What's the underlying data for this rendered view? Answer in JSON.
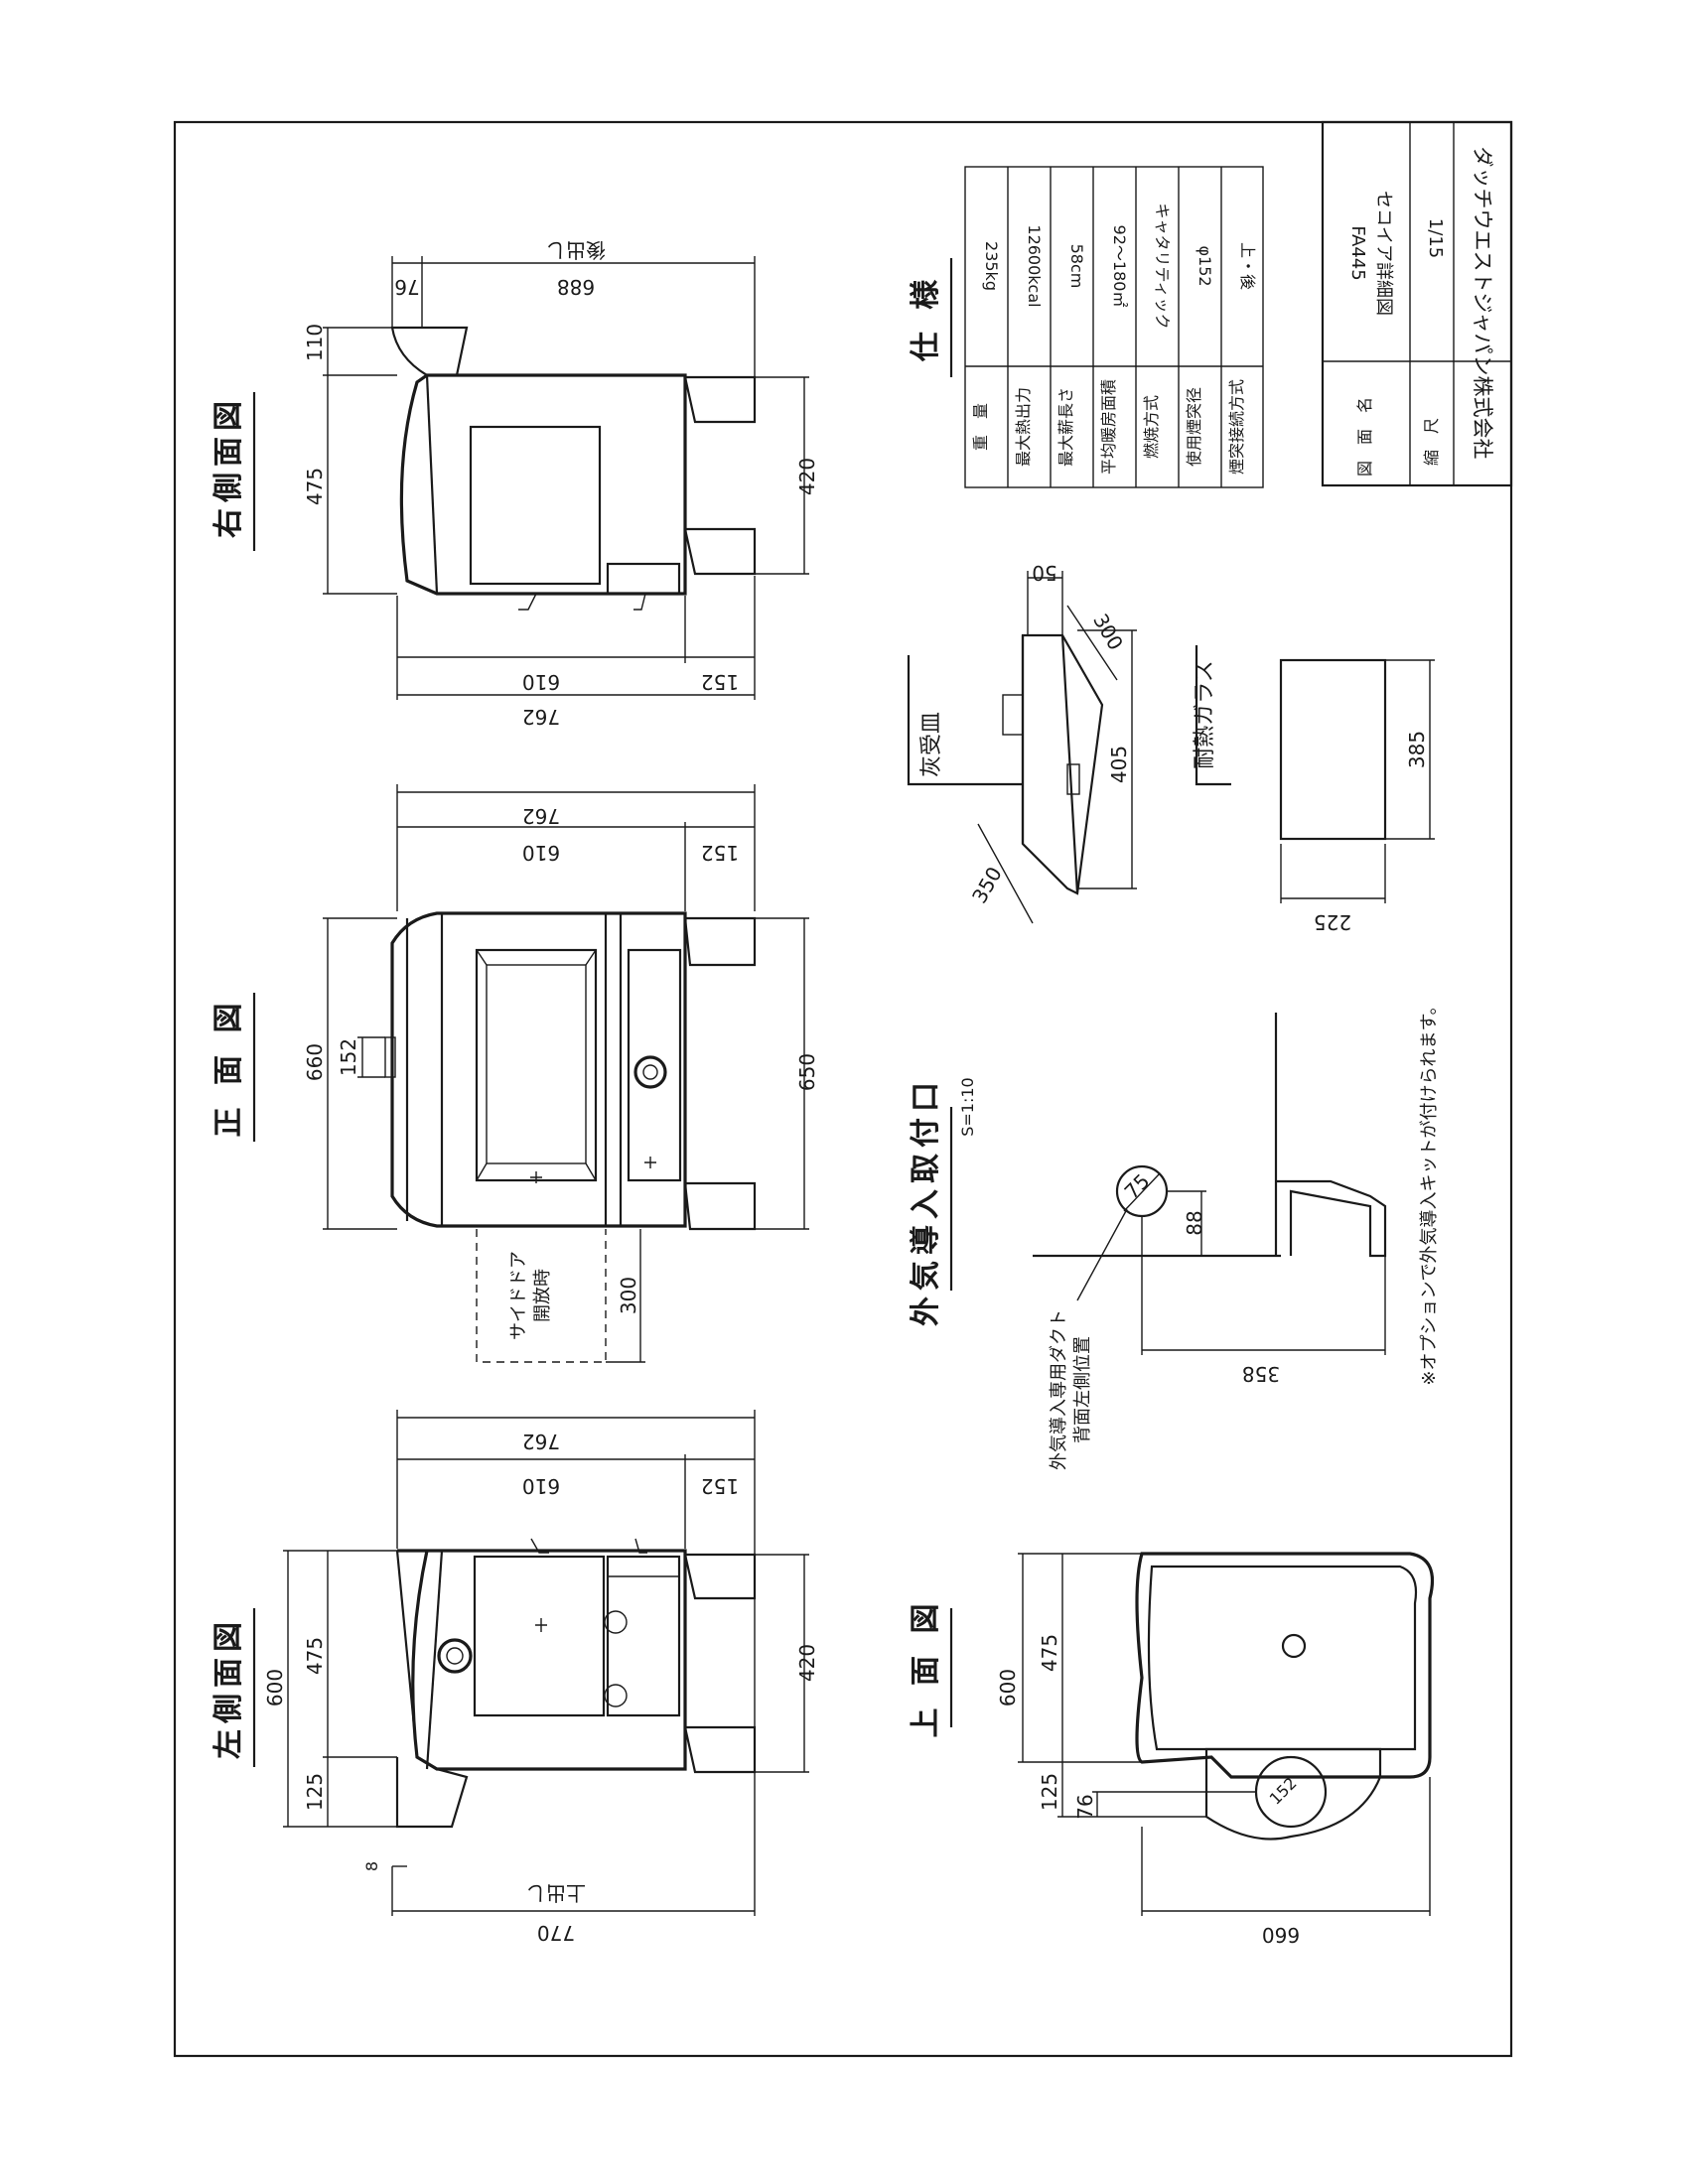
{
  "views": {
    "left_side": "左側面図",
    "front": "正 面 図",
    "right_side": "右側面図",
    "top": "上 面 図",
    "air_intake": "外気導入取付口",
    "air_intake_scale": "S=1:10",
    "spec_heading": "仕 様"
  },
  "labels": {
    "side_door": "サイドドア",
    "side_door_open": "開放時",
    "ash_pan": "灰受皿",
    "glass": "耐熱ガラス",
    "duct_line1": "外気導入専用ダクト",
    "duct_line2": "背面左側位置",
    "option_note": "※オプションで外気導入キットが付けられます。",
    "flue_exit_left": "上出し",
    "flue_exit_right": "後出し"
  },
  "dims": {
    "d770": "770",
    "d8": "8",
    "d600": "600",
    "d475": "475",
    "d125": "125",
    "d420": "420",
    "d762": "762",
    "d610": "610",
    "d152": "152",
    "d660": "660",
    "d650": "650",
    "d300": "300",
    "d76": "76",
    "d110": "110",
    "d688": "688",
    "d405": "405",
    "d350": "350",
    "d50": "50",
    "d385": "385",
    "d225": "225",
    "d75": "75",
    "d88": "88",
    "d358": "358"
  },
  "spec": {
    "rows": [
      {
        "label": "重　量",
        "value": "235kg"
      },
      {
        "label": "最大熱出力",
        "value": "12600kcal"
      },
      {
        "label": "最大薪長さ",
        "value": "58cm"
      },
      {
        "label": "平均暖房面積",
        "value": "92〜180㎡"
      },
      {
        "label": "燃焼方式",
        "value": "キャタリティック"
      },
      {
        "label": "使用煙突径",
        "value": "φ152"
      },
      {
        "label": "煙突接続方式",
        "value": "上・後"
      }
    ]
  },
  "title_block": {
    "drawing_label": "図　面　名",
    "model": "FA445",
    "drawing_name": "セコイア詳細図",
    "scale_label": "縮　尺",
    "scale_value": "1/15",
    "company": "ダッチウエストジャパン株式会社"
  }
}
